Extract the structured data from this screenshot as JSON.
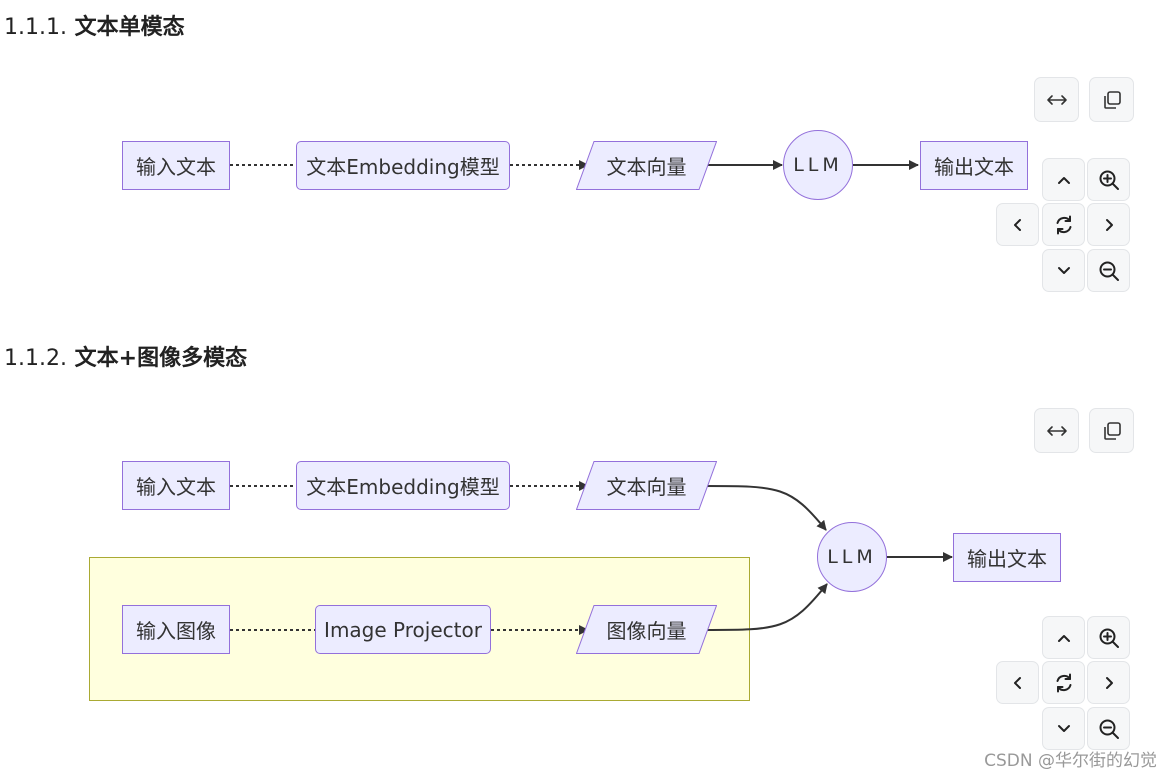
{
  "section1": {
    "number": "1.1.1.",
    "title": "文本单模态",
    "nodes": {
      "input_text": "输入文本",
      "embedding_model": "文本Embedding模型",
      "text_vector": "文本向量",
      "llm": "LLM",
      "output_text": "输出文本"
    }
  },
  "section2": {
    "number": "1.1.2.",
    "title": "文本+图像多模态",
    "nodes": {
      "input_text": "输入文本",
      "embedding_model": "文本Embedding模型",
      "text_vector": "文本向量",
      "input_image": "输入图像",
      "image_projector": "Image Projector",
      "image_vector": "图像向量",
      "llm": "LLM",
      "output_text": "输出文本"
    }
  },
  "controls": {
    "icons": [
      "fit-width-icon",
      "copy-icon",
      "pan-up-icon",
      "zoom-in-icon",
      "pan-left-icon",
      "reset-icon",
      "pan-right-icon",
      "pan-down-icon",
      "zoom-out-icon"
    ]
  },
  "colors": {
    "node_fill": "#ececff",
    "node_border": "#9370db",
    "group_fill": "#ffffde",
    "group_border": "#aaaa33",
    "edge": "#333333"
  },
  "watermark": "CSDN @华尔街的幻觉"
}
